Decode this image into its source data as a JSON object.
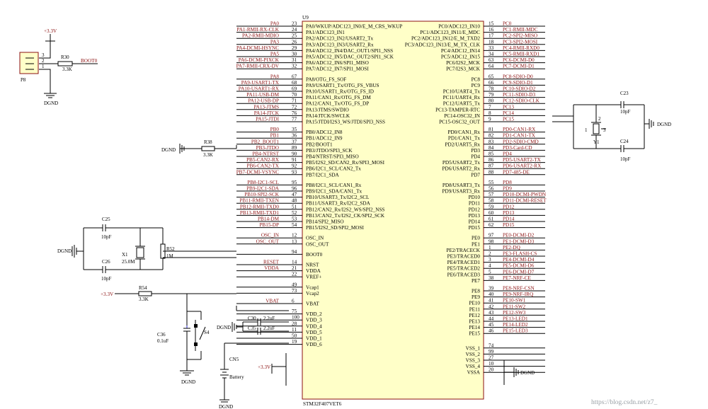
{
  "chip": {
    "ref": "U9",
    "part": "STM32F407VET6",
    "left_pins": [
      {
        "net": "PA0",
        "num": "23",
        "fn": "PA0/WKUP/ADC123_IN0/E_M_CRS_WKUP"
      },
      {
        "net": "PA1-RMII-RX-CLK",
        "num": "24",
        "fn": "PA1/ADC123_IN1"
      },
      {
        "net": "PA2-RMII-MDIO",
        "num": "25",
        "fn": "PA2/ADC123_IN2/USART2_Tx"
      },
      {
        "net": "PA3",
        "num": "26",
        "fn": "PA3/ADC123_IN3/USART2_Rx"
      },
      {
        "net": "PA4-DCMI-HSYNC",
        "num": "29",
        "fn": "PA4/ADC12_IN4/DAC_OUT1/SPI1_NSS"
      },
      {
        "net": "PA5",
        "num": "30",
        "fn": "PA5/ADC12_IN5/DAC_OUT2/SPI1_SCK"
      },
      {
        "net": "PA6-DCMI-PIXCK",
        "num": "31",
        "fn": "PA6/ADC12_IN6/SPI1_MISO"
      },
      {
        "net": "PA7-RMII-CRX-DV",
        "num": "32",
        "fn": "PA7/ADC12_IN7/SPI1_MOSI"
      },
      {
        "gap": true
      },
      {
        "net": "PA8",
        "num": "67",
        "fn": "PA8/OTG_FS_SOF"
      },
      {
        "net": "PA9-USART1-TX",
        "num": "68",
        "fn": "PA9/USART1_Tx/OTG_FS_VBUS"
      },
      {
        "net": "PA10-USART1-RX",
        "num": "69",
        "fn": "PA10/USART1_Rx/OTG_FS_ID"
      },
      {
        "net": "PA11-USB-DM",
        "num": "70",
        "fn": "PA11/CAN1_Rx/OTG_FS_DM"
      },
      {
        "net": "PA12-USB-DP",
        "num": "71",
        "fn": "PA12/CAN1_Tx/OTG_FS_DP"
      },
      {
        "net": "PA13-JTMS",
        "num": "72",
        "fn": "PA13/JTMS/SWDIO"
      },
      {
        "net": "PA14-JTCK",
        "num": "76",
        "fn": "PA14/JTCK/SWCLK"
      },
      {
        "net": "PA15-JTDI",
        "num": "77",
        "fn": "PA15/JTDI/I2S3_WS/JTDI/SPI3_NSS"
      },
      {
        "gap": true
      },
      {
        "net": "PB0",
        "num": "35",
        "fn": "PB0/ADC12_IN8"
      },
      {
        "net": "PB1",
        "num": "36",
        "fn": "PB1/ADC12_IN9"
      },
      {
        "net": "PB2_BOOT1",
        "num": "37",
        "fn": "PB2/BOOT1"
      },
      {
        "net": "PB3-JTDO",
        "num": "89",
        "fn": "PB3/JTDO/SPI3_SCK"
      },
      {
        "net": "PB4-NTRST",
        "num": "90",
        "fn": "PB4/NTRST/SPI3_MISO"
      },
      {
        "net": "PB5-CAN2-RX",
        "num": "91",
        "fn": "PB5/I2S2_SD/CAN2_Rx/SPI3_MOSI"
      },
      {
        "net": "PB6-CAN2-TX",
        "num": "92",
        "fn": "PB6/I2C1_SCL/CAN2_Tx"
      },
      {
        "net": "PB7-DCMI-VSYNC",
        "num": "93",
        "fn": "PB7/I2C1_SDA"
      },
      {
        "gap": true
      },
      {
        "net": "PB8-I2C1-SCL",
        "num": "95",
        "fn": "PB8/I2C1_SCL/CAN1_Rx"
      },
      {
        "net": "PB9-I2C1-SDA",
        "num": "96",
        "fn": "PB9/I2C1_SDA/CAN1_Tx"
      },
      {
        "net": "PB10-SPI2-SCK",
        "num": "47",
        "fn": "PB10/USART3_Tx/I2C2_SCL"
      },
      {
        "net": "PB11-RMII-TXEN",
        "num": "48",
        "fn": "PB11/USART3_Rx/I2C2_SDA"
      },
      {
        "net": "PB12-RMII-TXD0",
        "num": "51",
        "fn": "PB12/CAN2_Rx/I2S2_WS/SPI2_NSS"
      },
      {
        "net": "PB13-RMII-TXD1",
        "num": "52",
        "fn": "PB13/CAN2_Tx/I2S2_CK/SPI2_SCK"
      },
      {
        "net": "PB14-DM",
        "num": "53",
        "fn": "PB14/SPI2_MISO"
      },
      {
        "net": "PB15-DP",
        "num": "54",
        "fn": "PB15/I2S2_SD/SPI2_MOSI"
      },
      {
        "gap": true
      },
      {
        "net": "OSC_IN",
        "num": "12",
        "fn": "OSC_IN"
      },
      {
        "net": "OSC_OUT",
        "num": "13",
        "fn": "OSC_OUT"
      },
      {
        "gap": true
      },
      {
        "net": "",
        "num": "94",
        "fn": "BOOT0"
      },
      {
        "gap": true
      },
      {
        "net": "RESET",
        "num": "14",
        "fn": "NRST"
      },
      {
        "net": "VDDA",
        "num": "21",
        "fn": "VDDA"
      },
      {
        "net": "",
        "num": "22",
        "fn": "VREF+"
      },
      {
        "gap": true
      },
      {
        "net": "",
        "num": "49",
        "fn": "Vcap1"
      },
      {
        "net": "",
        "num": "73",
        "fn": "Vcap2"
      },
      {
        "gap": true
      },
      {
        "net": "VBAT",
        "num": "6",
        "fn": "VBAT"
      },
      {
        "gap": true
      },
      {
        "net": "",
        "num": "75",
        "fn": "VDD_2"
      },
      {
        "net": "",
        "num": "100",
        "fn": "VDD_3"
      },
      {
        "net": "",
        "num": "28",
        "fn": "VDD_4"
      },
      {
        "net": "",
        "num": "11",
        "fn": "VDD_5"
      },
      {
        "net": "",
        "num": "50",
        "fn": "VDD_1"
      },
      {
        "net": "",
        "num": "19",
        "fn": "VDD_6"
      }
    ],
    "right_pins": [
      {
        "fn": "PC0/ADC123_IN10",
        "num": "15",
        "net": "PC0"
      },
      {
        "fn": "PC1/ADC123_IN11/E_MDC",
        "num": "16",
        "net": "PC1-RMII-MDC"
      },
      {
        "fn": "PC2/ADC123_IN12/E_M_TXD2",
        "num": "17",
        "net": "PC2-SPI2-MISO"
      },
      {
        "fn": "PC3/ADC123_IN13/E_M_TX_CLK",
        "num": "18",
        "net": "PC3-SPI2-MOSI"
      },
      {
        "fn": "PC4/ADC12_IN14",
        "num": "33",
        "net": "PC4-RMII-RXD0"
      },
      {
        "fn": "PC5/ADC12_IN15",
        "num": "34",
        "net": "PC5-RMII-RXD1"
      },
      {
        "fn": "PC6/I2S2_MCK",
        "num": "63",
        "net": "PC6-DCMI-D0"
      },
      {
        "fn": "PC7/I2S3_MCK",
        "num": "64",
        "net": "PC7-DCMI-D1"
      },
      {
        "gap": true
      },
      {
        "fn": "PC8",
        "num": "65",
        "net": "PC8-SDIO-D0"
      },
      {
        "fn": "PC9",
        "num": "66",
        "net": "PC9-SDIO-D1"
      },
      {
        "fn": "PC10/UART4_Tx",
        "num": "78",
        "net": "PC10-SDIO-D2"
      },
      {
        "fn": "PC11/UART4_Rx",
        "num": "79",
        "net": "PC11-SDIO-D3"
      },
      {
        "fn": "PC12/UART5_Tx",
        "num": "80",
        "net": "PC12-SDIO-CLK"
      },
      {
        "fn": "PC13-TAMPER-RTC",
        "num": "7",
        "net": "PC13"
      },
      {
        "fn": "PC14-OSC32_IN",
        "num": "8",
        "net": "PC14"
      },
      {
        "fn": "PC15-OSC32_OUT",
        "num": "9",
        "net": "PC15"
      },
      {
        "gap": true
      },
      {
        "fn": "PD0/CAN1_Rx",
        "num": "81",
        "net": "PD0-CAN1-RX"
      },
      {
        "fn": "PD1/CAN1_Tx",
        "num": "82",
        "net": "PD1-CAN1-TX"
      },
      {
        "fn": "PD2/UART5_Rx",
        "num": "83",
        "net": "PD2-SDIO-CMD"
      },
      {
        "fn": "PD3",
        "num": "84",
        "net": "PD3-Card-CD"
      },
      {
        "fn": "PD4",
        "num": "85",
        "net": "PD4"
      },
      {
        "fn": "PD5/USART2_Tx",
        "num": "86",
        "net": "PD5-USART2-TX"
      },
      {
        "fn": "PD6/USART2_Rx",
        "num": "87",
        "net": "PD6-USART2-RX"
      },
      {
        "fn": "PD7",
        "num": "88",
        "net": "PD7-485-DE"
      },
      {
        "gap": true
      },
      {
        "fn": "PD8/USART3_Tx",
        "num": "55",
        "net": "PD8"
      },
      {
        "fn": "PD9/USART3_Rx",
        "num": "56",
        "net": "PD9"
      },
      {
        "fn": "PD10",
        "num": "57",
        "net": "PD10-DCMI-PWDN"
      },
      {
        "fn": "PD11",
        "num": "58",
        "net": "PD11-DCMI-RESET"
      },
      {
        "fn": "PD12",
        "num": "59",
        "net": "PD12"
      },
      {
        "fn": "PD13",
        "num": "60",
        "net": "PD13"
      },
      {
        "fn": "PD14",
        "num": "61",
        "net": "PD14"
      },
      {
        "fn": "PD15",
        "num": "62",
        "net": "PD15"
      },
      {
        "gap": true
      },
      {
        "fn": "PE0",
        "num": "97",
        "net": "PE0-DCMI-D2"
      },
      {
        "fn": "PE1",
        "num": "98",
        "net": "PE1-DCMI-D3"
      },
      {
        "fn": "PE2/TRACECK",
        "num": "1",
        "net": "PE2-DQ"
      },
      {
        "fn": "PE3/TRACED0",
        "num": "2",
        "net": "PE3-FLASH-CS"
      },
      {
        "fn": "PE4/TRACED1",
        "num": "3",
        "net": "PE4-DCMI-D4"
      },
      {
        "fn": "PE5/TRACED2",
        "num": "4",
        "net": "PE5-DCMI-D6"
      },
      {
        "fn": "PE6/TRACED3",
        "num": "5",
        "net": "PE6-DCMI-D7"
      },
      {
        "fn": "PE7",
        "num": "38",
        "net": "PE7-NRF-CE"
      },
      {
        "gap": true
      },
      {
        "fn": "PE8",
        "num": "39",
        "net": "PE8-NRF-CSN"
      },
      {
        "fn": "PE9",
        "num": "40",
        "net": "PE9-NRF-IRQ"
      },
      {
        "fn": "PE10",
        "num": "41",
        "net": "PE10-SW1"
      },
      {
        "fn": "PE11",
        "num": "42",
        "net": "PE11-SW2"
      },
      {
        "fn": "PE12",
        "num": "43",
        "net": "PE12-SW3"
      },
      {
        "fn": "PE13",
        "num": "44",
        "net": "PE13-LED1"
      },
      {
        "fn": "PE14",
        "num": "45",
        "net": "PE14-LED2"
      },
      {
        "fn": "PE15",
        "num": "46",
        "net": "PE15-LED3"
      },
      {
        "gap": true
      },
      {
        "gap": true
      },
      {
        "fn": "VSS_1",
        "num": "74",
        "net": ""
      },
      {
        "fn": "VSS_2",
        "num": "99",
        "net": ""
      },
      {
        "fn": "VSS_3",
        "num": "27",
        "net": ""
      },
      {
        "fn": "VSS_4",
        "num": "10",
        "net": ""
      },
      {
        "fn": "VSSA",
        "num": "20",
        "net": ""
      }
    ]
  },
  "labels": {
    "v33": "+3.3V",
    "dgnd": "DGND",
    "boot0_net": "BOOT0",
    "battery": "Battery",
    "vbat": "VBAT"
  },
  "parts": {
    "p8": {
      "ref": "P8",
      "pins": [
        "3",
        "2",
        "1"
      ]
    },
    "r30": {
      "ref": "R30",
      "val": "3.3K"
    },
    "r38": {
      "ref": "R38",
      "val": "3.3K"
    },
    "r52": {
      "ref": "R52",
      "val": "1M"
    },
    "r54": {
      "ref": "R54",
      "val": "3.3K"
    },
    "c25": {
      "ref": "C25",
      "val": "10pF"
    },
    "c26": {
      "ref": "C26",
      "val": "10pF"
    },
    "x1": {
      "ref": "X1",
      "val": "25.0M"
    },
    "c23": {
      "ref": "C23",
      "val": "10pF"
    },
    "c24": {
      "ref": "C24",
      "val": "10pF"
    },
    "y1": {
      "ref": "Y1",
      "p1": "1",
      "p2": "2",
      "p3": "3"
    },
    "c30": {
      "ref": "C30",
      "val": "2.2uF"
    },
    "c35": {
      "ref": "C35",
      "val": "2.2uF"
    },
    "c36": {
      "ref": "C36",
      "val": "0.1uF"
    },
    "s4": {
      "ref": "S4"
    },
    "cn5": {
      "ref": "CN5"
    }
  },
  "watermark": "https://blog.csdn.net/z7_"
}
